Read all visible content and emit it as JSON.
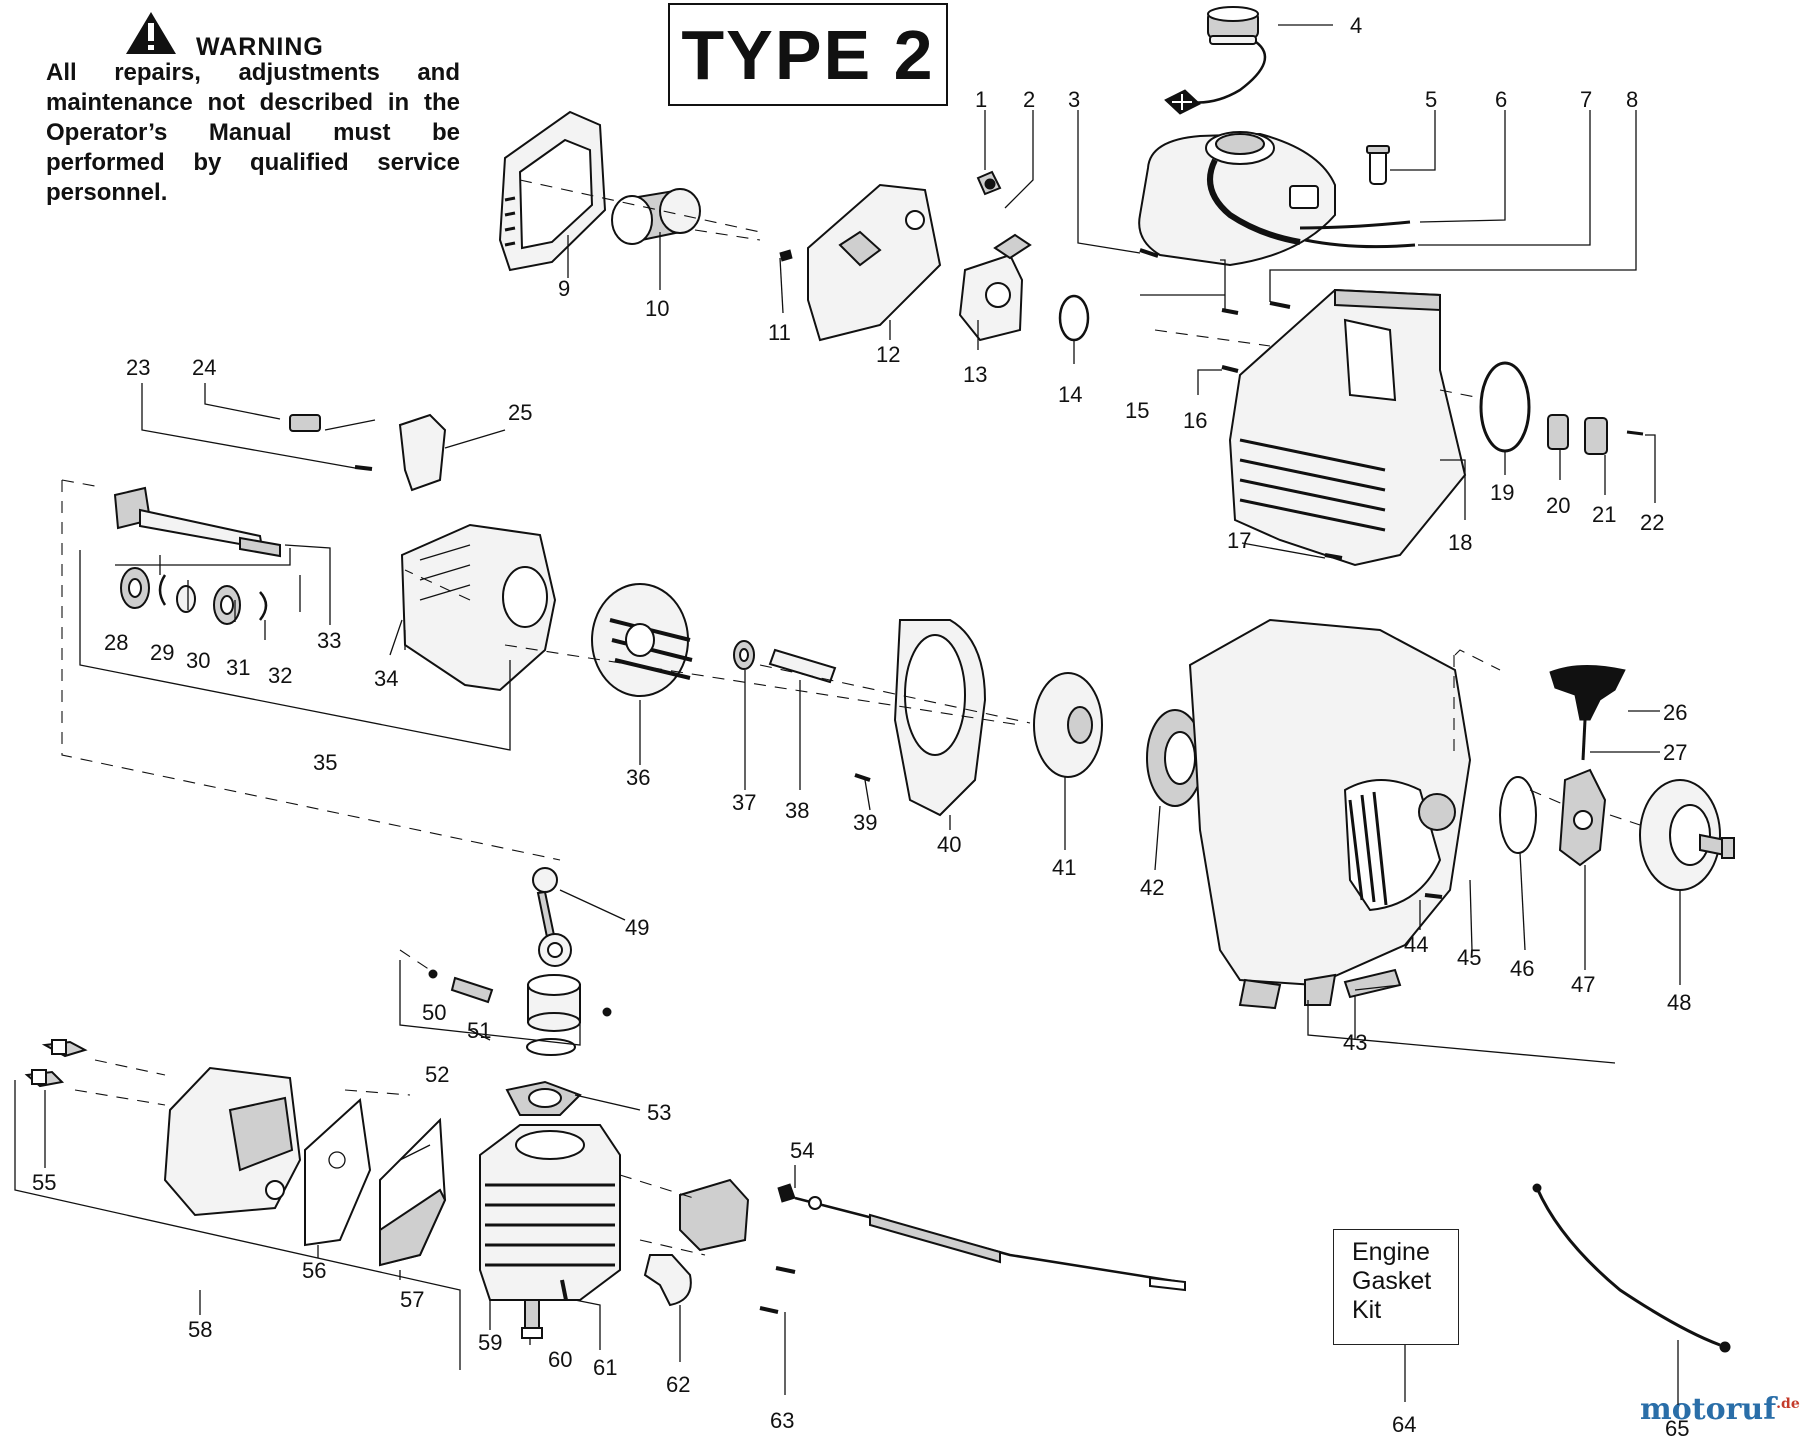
{
  "warning": {
    "title": "WARNING",
    "text": "All repairs, adjustments and maintenance not described in the Operator’s Manual must be performed by qualified service personnel."
  },
  "type_label": "TYPE 2",
  "kit": {
    "line1": "Engine",
    "line2": "Gasket",
    "line3": "Kit"
  },
  "brand": {
    "main": "motoruf",
    "tld": ".de"
  },
  "callouts": [
    "1",
    "2",
    "3",
    "4",
    "5",
    "6",
    "7",
    "8",
    "9",
    "10",
    "11",
    "12",
    "13",
    "14",
    "15",
    "16",
    "17",
    "18",
    "19",
    "20",
    "21",
    "22",
    "23",
    "24",
    "25",
    "26",
    "27",
    "28",
    "29",
    "30",
    "31",
    "32",
    "33",
    "34",
    "35",
    "36",
    "37",
    "38",
    "39",
    "40",
    "41",
    "42",
    "43",
    "44",
    "45",
    "46",
    "47",
    "48",
    "49",
    "50",
    "51",
    "52",
    "53",
    "54",
    "55",
    "56",
    "57",
    "58",
    "59",
    "60",
    "61",
    "62",
    "63",
    "64",
    "65"
  ]
}
